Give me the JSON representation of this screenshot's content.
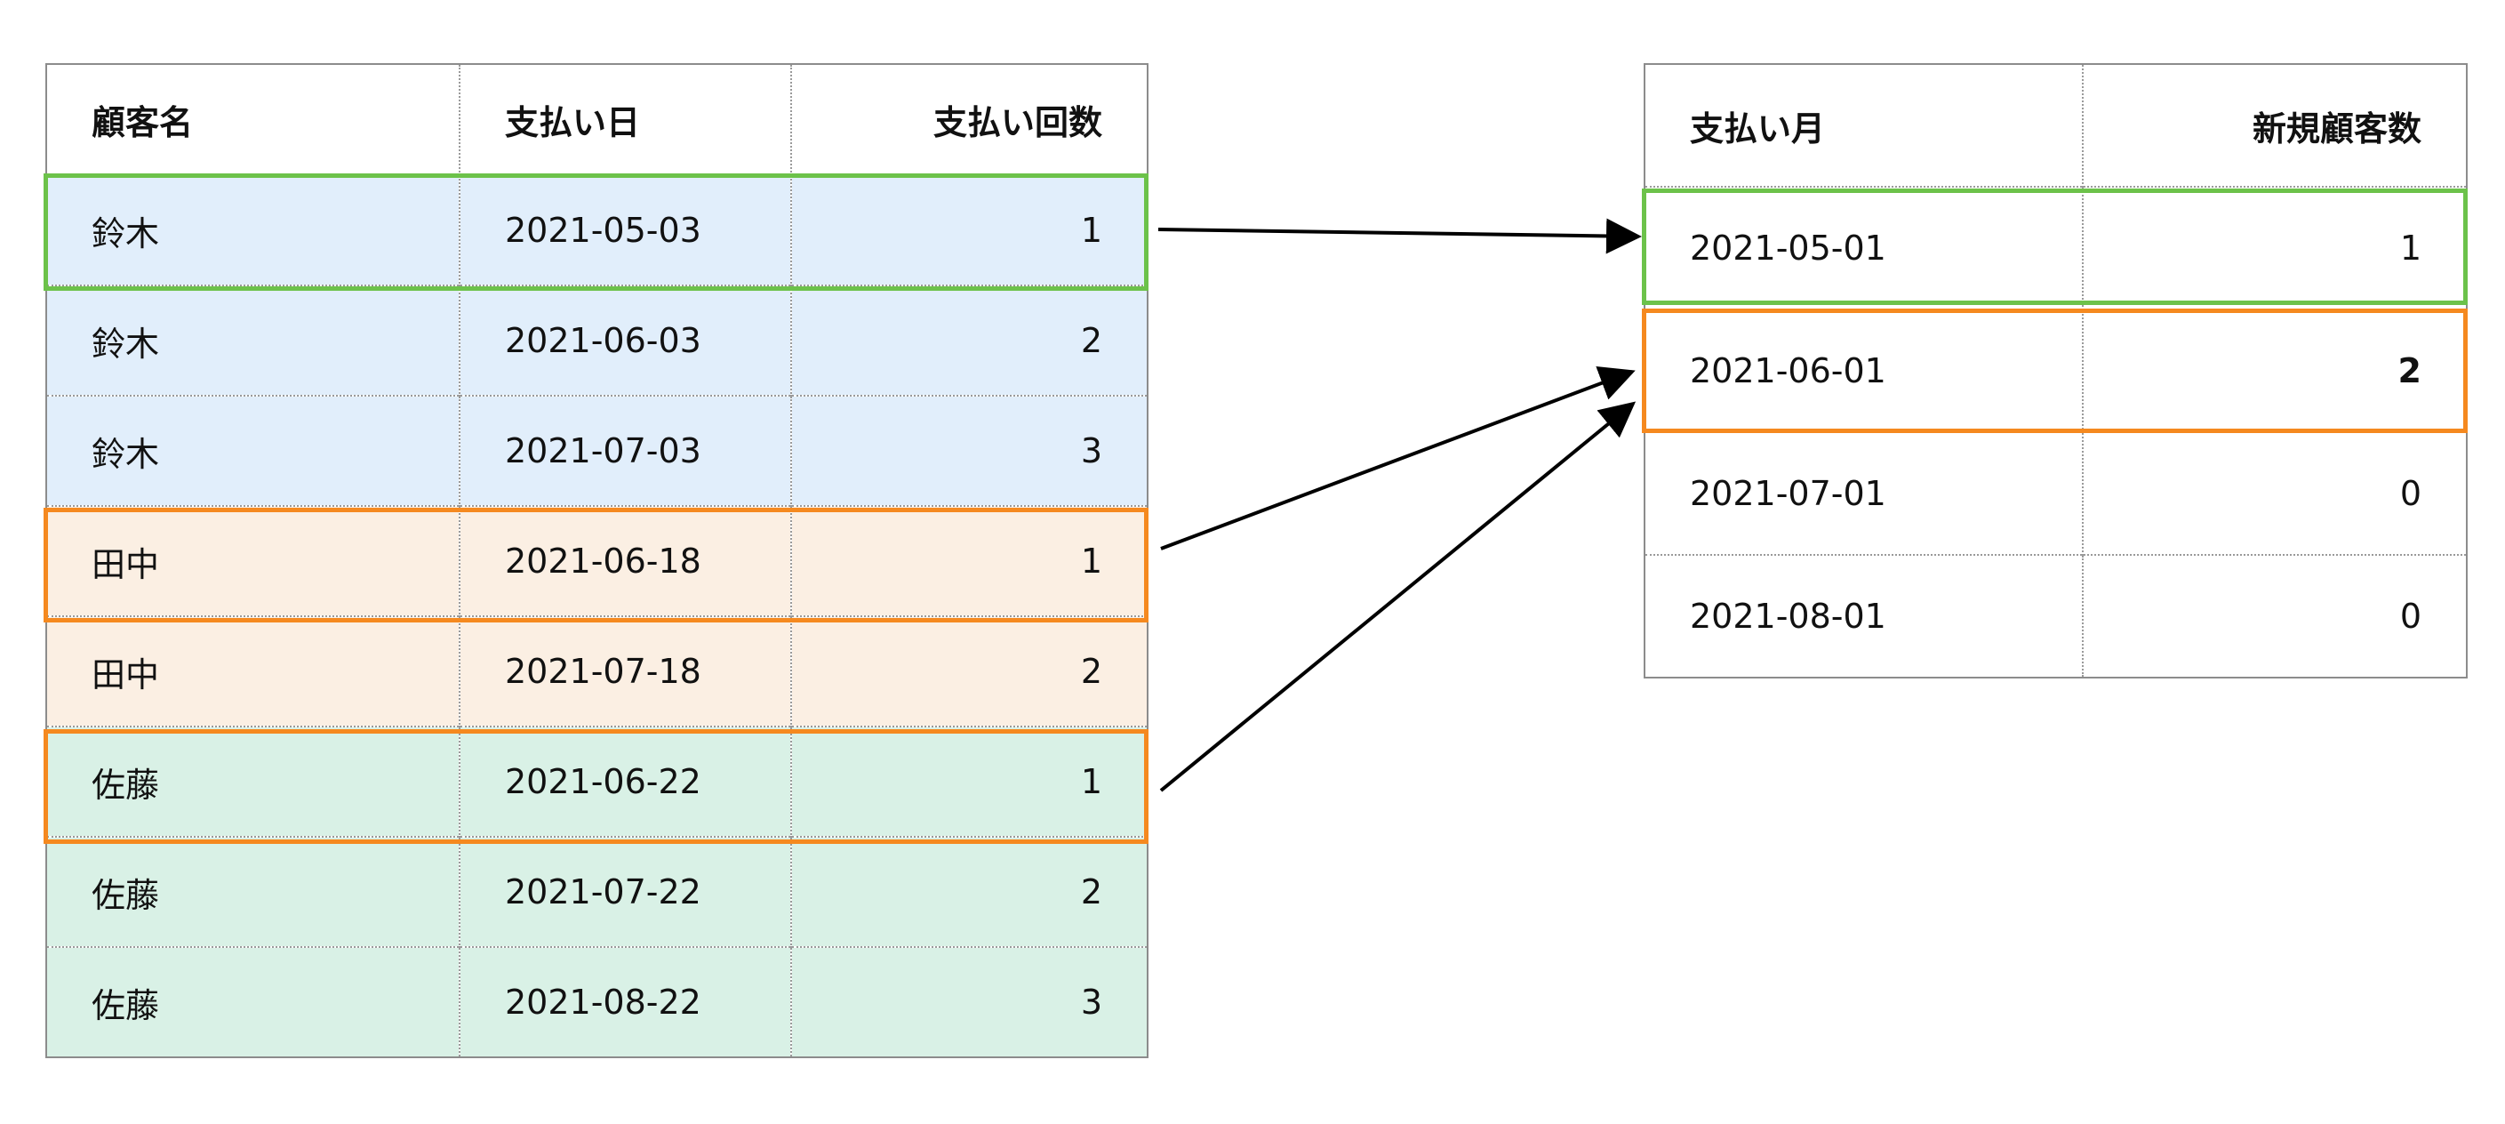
{
  "left_table": {
    "headers": [
      "顧客名",
      "支払い日",
      "支払い回数"
    ],
    "rows": [
      {
        "name": "鈴木",
        "date": "2021-05-03",
        "count": "1",
        "bg": "#e1eefb"
      },
      {
        "name": "鈴木",
        "date": "2021-06-03",
        "count": "2",
        "bg": "#e1eefb"
      },
      {
        "name": "鈴木",
        "date": "2021-07-03",
        "count": "3",
        "bg": "#e1eefb"
      },
      {
        "name": "田中",
        "date": "2021-06-18",
        "count": "1",
        "bg": "#fbefe3"
      },
      {
        "name": "田中",
        "date": "2021-07-18",
        "count": "2",
        "bg": "#fbefe3"
      },
      {
        "name": "佐藤",
        "date": "2021-06-22",
        "count": "1",
        "bg": "#d9f1e6"
      },
      {
        "name": "佐藤",
        "date": "2021-07-22",
        "count": "2",
        "bg": "#d9f1e6"
      },
      {
        "name": "佐藤",
        "date": "2021-08-22",
        "count": "3",
        "bg": "#d9f1e6"
      }
    ]
  },
  "right_table": {
    "headers": [
      "支払い月",
      "新規顧客数"
    ],
    "rows": [
      {
        "month": "2021-05-01",
        "count": "1"
      },
      {
        "month": "2021-06-01",
        "count": "2"
      },
      {
        "month": "2021-07-01",
        "count": "0"
      },
      {
        "month": "2021-08-01",
        "count": "0"
      }
    ]
  },
  "colors": {
    "highlight_green": "#6cc24a",
    "highlight_orange": "#f5891f",
    "arrow": "#000000"
  }
}
